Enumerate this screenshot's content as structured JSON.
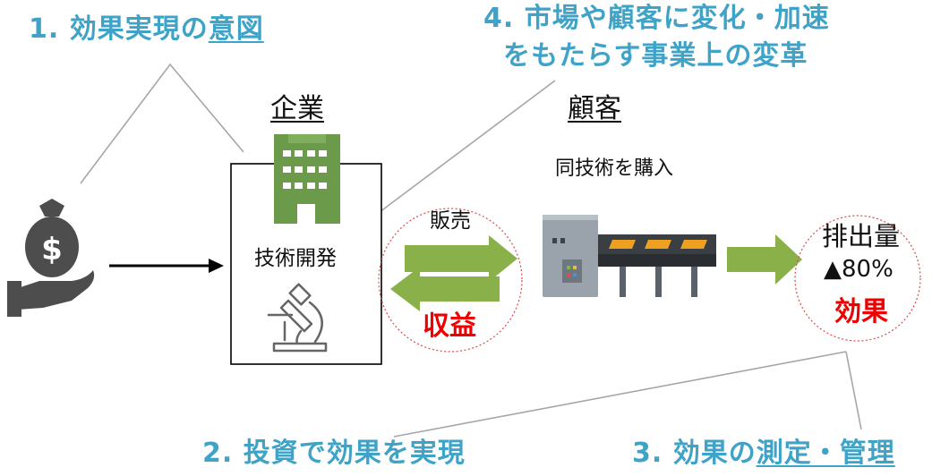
{
  "callouts": {
    "c1": {
      "prefix": "1. 効果実現の",
      "underlined": "意図"
    },
    "c2": {
      "text": "2. 投資で効果を実現"
    },
    "c3": {
      "prefix": "3. 効果の",
      "underlined": "測定・管理"
    },
    "c4": {
      "line1": "4. 市場や顧客に変化・加速",
      "line2": "をもたらす事業上の変革"
    }
  },
  "company": {
    "heading": "企業",
    "activity": "技術開発"
  },
  "customer": {
    "heading": "顧客",
    "action": "同技術を購入"
  },
  "exchange": {
    "sale_label": "販売",
    "revenue_label": "収益"
  },
  "impact": {
    "metric": "排出量",
    "value": "▲80%",
    "effect_label": "効果"
  },
  "icons": [
    "money-bag-hand-icon",
    "building-icon",
    "microscope-icon",
    "factory-conveyor-icon"
  ],
  "colors": {
    "callout_text": "#3fa3c7",
    "arrow_green": "#8ab04a",
    "highlight_red": "#ee0000",
    "building_green": "#6a9a4a"
  }
}
